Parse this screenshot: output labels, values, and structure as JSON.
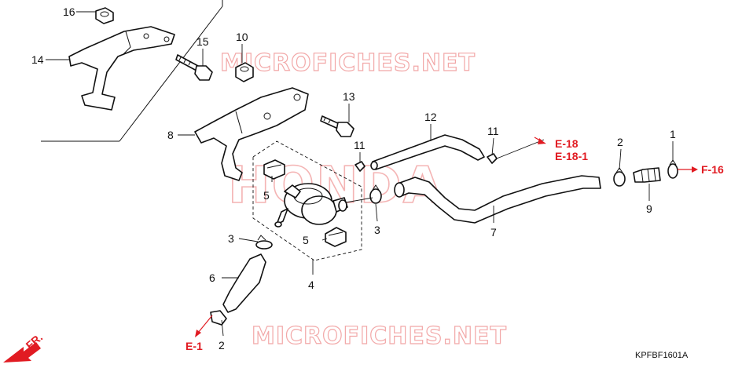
{
  "watermarks": {
    "top": "MICROFICHES.NET",
    "bottom": "MICROFICHES.NET",
    "center": "HONDA"
  },
  "callouts": {
    "c16": "16",
    "c15": "15",
    "c14": "14",
    "c10": "10",
    "c13": "13",
    "c8": "8",
    "c12": "12",
    "c11a": "11",
    "c11b": "11",
    "c2a": "2",
    "c1": "1",
    "c5a": "5",
    "c5b": "5",
    "c3a": "3",
    "c3b": "3",
    "c9": "9",
    "c7": "7",
    "c6": "6",
    "c4": "4",
    "c2b": "2"
  },
  "references": {
    "e18": "E-18",
    "e18_1": "E-18-1",
    "f16": "F-16",
    "e1": "E-1"
  },
  "front_label": "FR.",
  "diagram_code": "KPFBF1601A",
  "colors": {
    "accent": "#e11b22",
    "ink": "#111111",
    "watermark": "#f2a8a8"
  }
}
